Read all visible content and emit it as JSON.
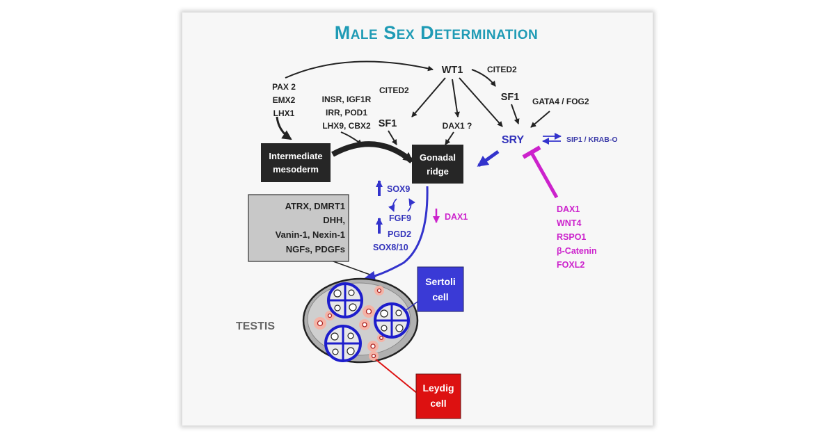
{
  "title": "Male Sex Determination",
  "wt1": "WT1",
  "cited2_top": "CITED2",
  "sf1_right": "SF1",
  "gata4": "GATA4 / FOG2",
  "pax_genes": [
    "PAX 2",
    "EMX2",
    "LHX1"
  ],
  "insr_genes": [
    "INSR, IGF1R",
    "IRR, POD1",
    "LHX9, CBX2"
  ],
  "cited2_left": "CITED2",
  "sf1_left": "SF1",
  "dax1_q": "DAX1 ?",
  "sry": "SRY",
  "sip1": "SIP1  /  KRAB-O",
  "intermediate_box": [
    "Intermediate",
    "mesoderm"
  ],
  "gonadal_box": [
    "Gonadal",
    "ridge"
  ],
  "gray_box_genes": [
    "ATRX, DMRT1",
    "DHH,",
    "Vanin-1,  Nexin-1",
    "NGFs, PDGFs"
  ],
  "pathway_up": [
    "SOX9",
    "FGF9",
    "PGD2",
    "SOX8/10"
  ],
  "dax1_down": "DAX1",
  "inhibitors": [
    "DAX1",
    "WNT4",
    "RSPO1",
    "β-Catenin",
    "FOXL2"
  ],
  "testis": "TESTIS",
  "sertoli": [
    "Sertoli",
    "cell"
  ],
  "leydig": [
    "Leydig",
    "cell"
  ],
  "colors": {
    "title": "#1f9bb5",
    "box_dark": "#262626",
    "gray_box": "#c8c8c8",
    "blue": "#3333bb",
    "magenta": "#cc22cc",
    "sertoli_box": "#3a3ad6",
    "leydig_box": "#dd1111"
  }
}
